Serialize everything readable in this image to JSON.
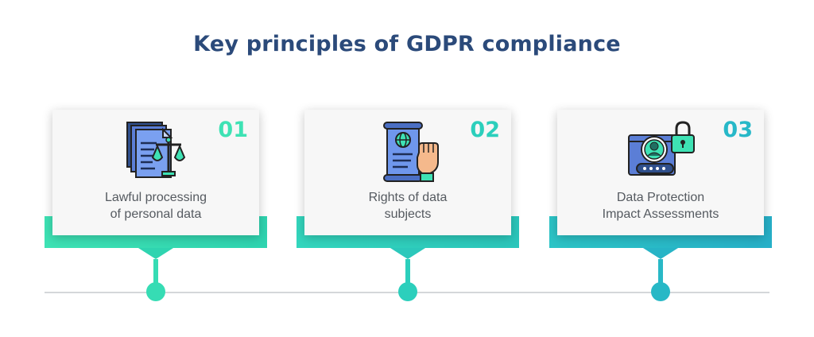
{
  "title": "Key principles of GDPR compliance",
  "steps": [
    {
      "number": "01",
      "line1": "Lawful processing",
      "line2": "of personal data",
      "icon": "legal-documents-scales-icon",
      "accent": "#3ee2b4"
    },
    {
      "number": "02",
      "line1": "Rights of data",
      "line2": "subjects",
      "icon": "rights-scroll-fist-icon",
      "accent": "#2ccfbc"
    },
    {
      "number": "03",
      "line1": "Data Protection",
      "line2": "Impact Assessments",
      "icon": "user-lock-password-icon",
      "accent": "#27b8c8"
    }
  ],
  "colors": {
    "title": "#2b4a7a",
    "card": "#f7f7f7",
    "timeline": "#d4d7da"
  }
}
